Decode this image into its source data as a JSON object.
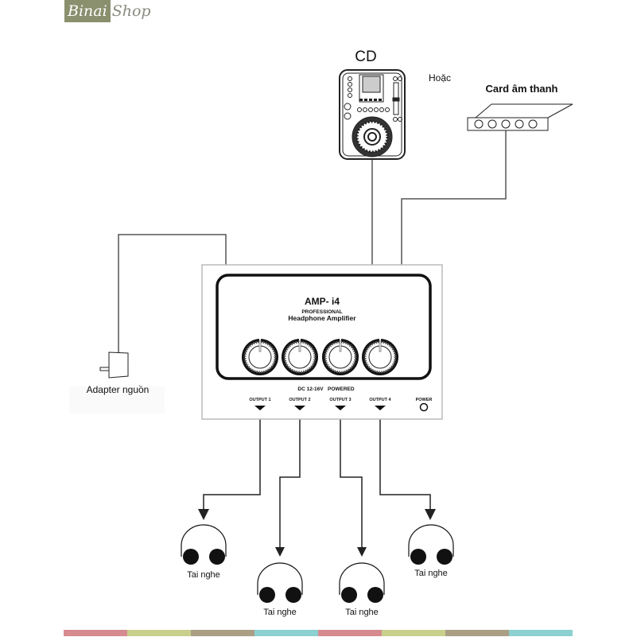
{
  "logo": {
    "part1": "Binai",
    "part2": "Shop"
  },
  "source": {
    "cd_label": "CD",
    "or_label": "Hoặc",
    "card_label": "Card âm thanh"
  },
  "adapter": {
    "label": "Adapter nguồn"
  },
  "amp": {
    "model": "AMP- i4",
    "line1": "PROFESSIONAL",
    "line2": "Headphone Amplifier",
    "power_spec": "DC 12-16V   POWERED",
    "outputs": [
      "OUTPUT 1",
      "OUTPUT 2",
      "OUTPUT 3",
      "OUTPUT 4"
    ],
    "power_label": "POWER"
  },
  "headphones": [
    "Tai nghe",
    "Tai nghe",
    "Tai nghe",
    "Tai nghe"
  ],
  "colors": {
    "logo_bg": "#8a8f6e",
    "stripe": [
      "#d68b90",
      "#c9d08c",
      "#aa9f85",
      "#8dd0d0",
      "#d68b90",
      "#c9d08c",
      "#aa9f85",
      "#8dd0d0"
    ]
  }
}
